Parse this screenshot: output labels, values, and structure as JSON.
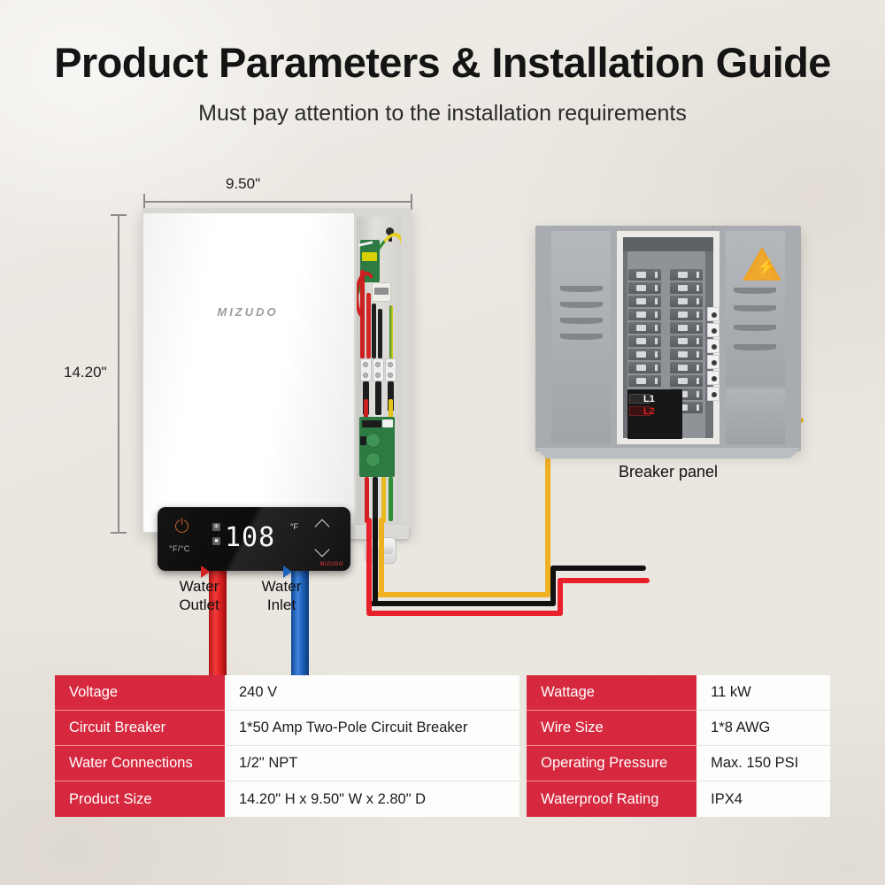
{
  "header": {
    "title": "Product Parameters & Installation Guide",
    "subtitle": "Must pay attention to the installation requirements"
  },
  "diagram": {
    "brand": "MIZUDO",
    "dimensions": {
      "width_label": "9.50\"",
      "height_label": "14.20\""
    },
    "display": {
      "temperature": "108",
      "unit": "°F",
      "unit_toggle": "°F/°C",
      "brand_mark": "MIZUDO"
    },
    "water_outlet_label": "Water\nOutlet",
    "water_outlet_line1": "Water",
    "water_outlet_line2": "Outlet",
    "water_inlet_line1": "Water",
    "water_inlet_line2": "Inlet",
    "breaker_panel_caption": "Breaker panel",
    "terminal_l1": "L1",
    "terminal_l2": "L2",
    "warning_icon": "high-voltage",
    "wire_colors": {
      "ground": "#efb021",
      "line1": "#111111",
      "line2": "#e8202a"
    }
  },
  "specs": {
    "accent_color": "#d6293f",
    "left": [
      {
        "key": "Voltage",
        "value": "240 V"
      },
      {
        "key": "Circuit Breaker",
        "value": "1*50 Amp Two-Pole Circuit Breaker"
      },
      {
        "key": "Water Connections",
        "value": "1/2\" NPT"
      },
      {
        "key": "Product Size",
        "value": "14.20\" H x 9.50\" W x 2.80\" D"
      }
    ],
    "right": [
      {
        "key": "Wattage",
        "value": "11 kW"
      },
      {
        "key": "Wire Size",
        "value": "1*8 AWG"
      },
      {
        "key": "Operating Pressure",
        "value": "Max. 150 PSI"
      },
      {
        "key": "Waterproof Rating",
        "value": "IPX4"
      }
    ]
  }
}
